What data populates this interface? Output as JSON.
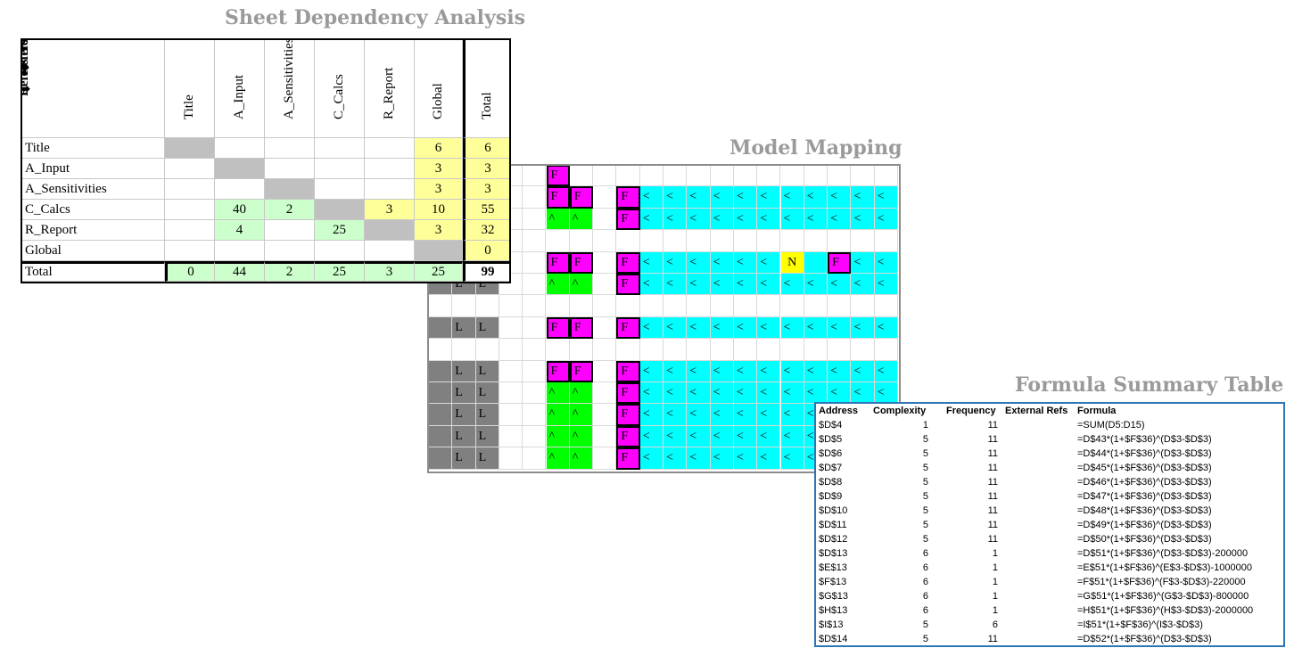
{
  "titles": {
    "dependency": "Sheet Dependency Analysis",
    "mapping": "Model Mapping",
    "formula": "Formula Summary Table"
  },
  "dependency": {
    "corner_top": "Refers to",
    "corner_bottom": "Refers from",
    "columns": [
      "Title",
      "A_Input",
      "A_Sensitivities",
      "C_Calcs",
      "R_Report",
      "Global",
      "Total"
    ],
    "rows": [
      {
        "label": "Title",
        "cells": [
          "",
          "",
          "",
          "",
          "",
          "6",
          "6"
        ]
      },
      {
        "label": "A_Input",
        "cells": [
          "",
          "",
          "",
          "",
          "",
          "3",
          "3"
        ]
      },
      {
        "label": "A_Sensitivities",
        "cells": [
          "",
          "",
          "",
          "",
          "",
          "3",
          "3"
        ]
      },
      {
        "label": "C_Calcs",
        "cells": [
          "",
          "40",
          "2",
          "",
          "3",
          "10",
          "55"
        ]
      },
      {
        "label": "R_Report",
        "cells": [
          "",
          "4",
          "",
          "25",
          "",
          "3",
          "32"
        ]
      },
      {
        "label": "Global",
        "cells": [
          "",
          "",
          "",
          "",
          "",
          "",
          "0"
        ]
      }
    ],
    "total": {
      "label": "Total",
      "cells": [
        "0",
        "44",
        "2",
        "25",
        "3",
        "25",
        "99"
      ]
    }
  },
  "mapping": {
    "rows": [
      "_____M.........................",
      "_____MM_M<<<<<<<<<<<<<",
      "_____GG_M<<<<<<<<<<<<<",
      "......................",
      "_____MM_M<<<<<<N.M<<<<<",
      "_LL__^G_M<<<<<<<<<<<<<",
      "......................",
      "_LL__MM_M<<<<<<<<<<<<<",
      "......................",
      "_LL__MM_M<<<<<<<<<<<<<",
      "_LL__^^_M<<<<<<<<<<<<<",
      "_LL__^^_M<<<<<<<<<<<<<",
      "_LL__^^_M<<<<<<<<<<<<<",
      "_LL__^^_M<<<<<<<<<<<<<"
    ],
    "labels": {
      "L": "L",
      "F": "F",
      "N": "N",
      "arrow": "<",
      "caret": "^"
    }
  },
  "formula_table": {
    "headers": [
      "Address",
      "Complexity",
      "Frequency",
      "External Refs",
      "Formula"
    ],
    "rows": [
      [
        "$D$4",
        "1",
        "11",
        "",
        "=SUM(D5:D15)"
      ],
      [
        "$D$5",
        "5",
        "11",
        "",
        "=D$43*(1+$F$36)^(D$3-$D$3)"
      ],
      [
        "$D$6",
        "5",
        "11",
        "",
        "=D$44*(1+$F$36)^(D$3-$D$3)"
      ],
      [
        "$D$7",
        "5",
        "11",
        "",
        "=D$45*(1+$F$36)^(D$3-$D$3)"
      ],
      [
        "$D$8",
        "5",
        "11",
        "",
        "=D$46*(1+$F$36)^(D$3-$D$3)"
      ],
      [
        "$D$9",
        "5",
        "11",
        "",
        "=D$47*(1+$F$36)^(D$3-$D$3)"
      ],
      [
        "$D$10",
        "5",
        "11",
        "",
        "=D$48*(1+$F$36)^(D$3-$D$3)"
      ],
      [
        "$D$11",
        "5",
        "11",
        "",
        "=D$49*(1+$F$36)^(D$3-$D$3)"
      ],
      [
        "$D$12",
        "5",
        "11",
        "",
        "=D$50*(1+$F$36)^(D$3-$D$3)"
      ],
      [
        "$D$13",
        "6",
        "1",
        "",
        "=D$51*(1+$F$36)^(D$3-$D$3)-200000"
      ],
      [
        "$E$13",
        "6",
        "1",
        "",
        "=E$51*(1+$F$36)^(E$3-$D$3)-1000000"
      ],
      [
        "$F$13",
        "6",
        "1",
        "",
        "=F$51*(1+$F$36)^(F$3-$D$3)-220000"
      ],
      [
        "$G$13",
        "6",
        "1",
        "",
        "=G$51*(1+$F$36)^(G$3-$D$3)-800000"
      ],
      [
        "$H$13",
        "6",
        "1",
        "",
        "=H$51*(1+$F$36)^(H$3-$D$3)-2000000"
      ],
      [
        "$I$13",
        "5",
        "6",
        "",
        "=I$51*(1+$F$36)^(I$3-$D$3)"
      ],
      [
        "$D$14",
        "5",
        "11",
        "",
        "=D$52*(1+$F$36)^(D$3-$D$3)"
      ]
    ]
  }
}
